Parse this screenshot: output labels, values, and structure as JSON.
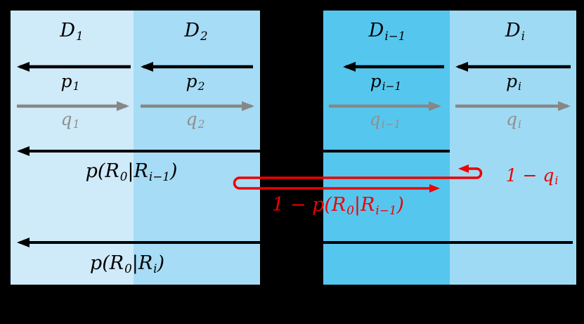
{
  "colors": {
    "background": "#000000",
    "region_d1": "#cfeaf8",
    "region_d2": "#a6dcf5",
    "region_di_minus_1": "#55c7ef",
    "region_di": "#9fdaf4",
    "arrow_black": "#000000",
    "arrow_gray": "#878787",
    "label_black": "#000000",
    "label_gray": "#8f8f8f",
    "accent_red": "#ee0000"
  },
  "regions": {
    "d1": {
      "label": [
        "D",
        "_1"
      ]
    },
    "d2": {
      "label": [
        "D",
        "_2"
      ]
    },
    "di_minus_1": {
      "label": [
        "D",
        "_i−1"
      ]
    },
    "di": {
      "label": [
        "D",
        "_i"
      ]
    }
  },
  "hop_arrows": {
    "p": {
      "d1": [
        "p",
        "_1"
      ],
      "d2": [
        "p",
        "_2"
      ],
      "di_minus_1": [
        "p",
        "_i−1"
      ],
      "di": [
        "p",
        "_i"
      ]
    },
    "q": {
      "d1": [
        "q",
        "_1"
      ],
      "d2": [
        "q",
        "_2"
      ],
      "di_minus_1": [
        "q",
        "_i−1"
      ],
      "di": [
        "q",
        "_i"
      ]
    }
  },
  "return_arrows": {
    "to_R0_from_Ri_minus_1": [
      "p(R",
      "_0",
      "|R",
      "_i−1",
      ")"
    ],
    "to_R0_from_Ri": [
      "p(R",
      "_0",
      "|R",
      "_i",
      ")"
    ]
  },
  "failure_arrows": {
    "one_minus_qi": [
      "1 − q",
      "_i"
    ],
    "one_minus_p": [
      "1 − p(R",
      "_0",
      "|R",
      "_i−1",
      ")"
    ]
  }
}
